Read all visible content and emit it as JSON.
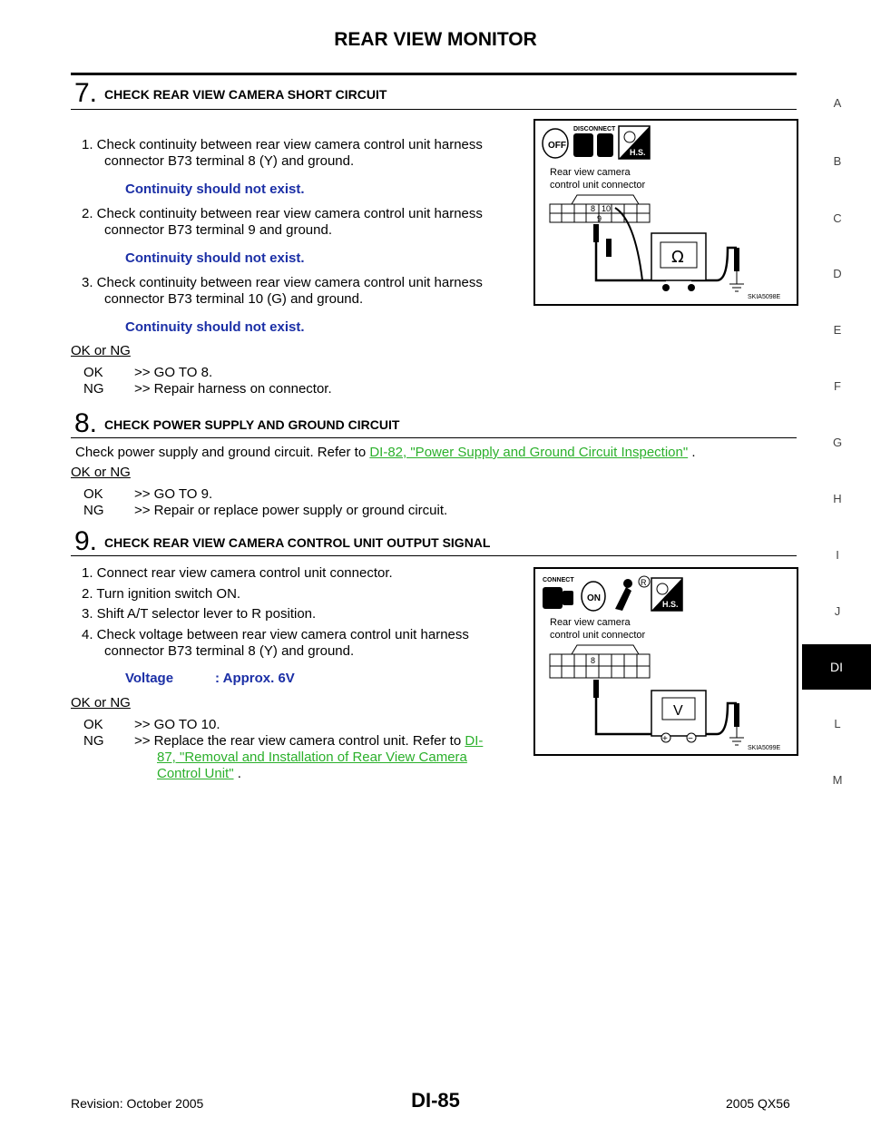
{
  "header": {
    "title": "REAR VIEW MONITOR"
  },
  "side_index": {
    "letters": [
      "A",
      "B",
      "C",
      "D",
      "E",
      "F",
      "G",
      "H",
      "I",
      "J",
      "L",
      "M"
    ],
    "active_tab": "DI"
  },
  "step7": {
    "num": "7.",
    "title": "CHECK REAR VIEW CAMERA SHORT CIRCUIT",
    "items": [
      {
        "text": "1. Check continuity between rear view camera control unit harness",
        "cont": "connector B73 terminal 8 (Y) and ground.",
        "spec": "Continuity should not exist."
      },
      {
        "text": "2. Check continuity between rear view camera control unit harness",
        "cont": "connector B73 terminal 9 and ground.",
        "spec": "Continuity should not exist."
      },
      {
        "text": "3. Check continuity between rear view camera control unit harness",
        "cont": "connector B73 terminal 10 (G) and ground.",
        "spec": "Continuity should not exist."
      }
    ],
    "okng_label": "OK or NG",
    "ok_key": "OK",
    "ok_val": ">> GO TO 8.",
    "ng_key": "NG",
    "ng_val": ">> Repair harness on connector."
  },
  "step8": {
    "num": "8.",
    "title": "CHECK POWER SUPPLY AND GROUND CIRCUIT",
    "body_prefix": "Check power supply and ground circuit. Refer to",
    "body_link": "DI-82, \"Power Supply and Ground Circuit Inspection\"",
    "body_suffix": " .",
    "okng_label": "OK or NG",
    "ok_key": "OK",
    "ok_val": ">> GO TO 9.",
    "ng_key": "NG",
    "ng_val": ">> Repair or replace power supply or ground circuit."
  },
  "step9": {
    "num": "9.",
    "title": "CHECK REAR VIEW CAMERA CONTROL UNIT OUTPUT SIGNAL",
    "items": [
      "1. Connect rear view camera control unit connector.",
      "2. Turn ignition switch ON.",
      "3. Shift A/T selector lever to R position.",
      "4. Check voltage between rear view camera control unit harness"
    ],
    "item4_cont": "connector B73 terminal 8 (Y) and ground.",
    "spec_label": "Voltage",
    "spec_value": ": Approx. 6V",
    "okng_label": "OK or NG",
    "ok_key": "OK",
    "ok_val": ">> GO TO 10.",
    "ng_key": "NG",
    "ng_val_prefix": ">> Replace the rear view camera control unit. Refer to",
    "ng_link_1": "DI-",
    "ng_link_2": "87, \"Removal and Installation of Rear View Camera",
    "ng_link_3": "Control Unit\"",
    "ng_suffix": " ."
  },
  "figure1": {
    "badge_left": "DISCONNECT",
    "badge_off": "OFF",
    "badge_hs": "H.S.",
    "label_line1": "Rear view camera",
    "label_line2": "control unit connector",
    "pin_a": "8",
    "pin_b": "10",
    "pin_c": "9",
    "meter_symbol": "Ω",
    "code": "SKIA5098E"
  },
  "figure2": {
    "badge_left": "CONNECT",
    "badge_on": "ON",
    "badge_r": "R",
    "badge_hs": "H.S.",
    "label_line1": "Rear view camera",
    "label_line2": "control unit connector",
    "pin_a": "8",
    "meter_symbol": "V",
    "plus": "+",
    "minus": "−",
    "code": "SKIA5099E"
  },
  "footer": {
    "left": "Revision: October 2005",
    "center": "DI-85",
    "right": "2005 QX56"
  }
}
